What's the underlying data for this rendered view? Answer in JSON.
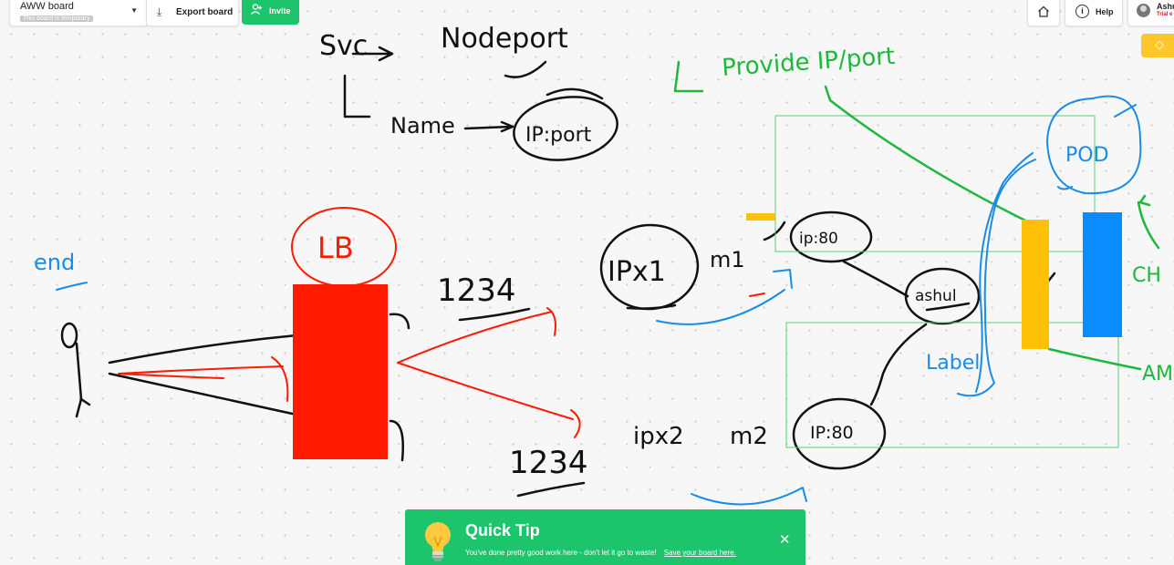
{
  "toolbar": {
    "board_name": "AWW board",
    "board_subtitle": "This board is temporary",
    "export_label": "Export board",
    "invite_label": "Invite",
    "help_label": "Help",
    "user_name": "Ashu",
    "user_status": "Trial e"
  },
  "quick_tip": {
    "title": "Quick Tip",
    "message": "You've done pretty good work here - don't let it go to waste!",
    "link": "Save your board here."
  },
  "colors": {
    "accent_green": "#1cc46b",
    "ink_black": "#111111",
    "ink_red": "#ff1a00",
    "ink_blue": "#1a8ce8",
    "ink_green": "#1db83c",
    "shape_yellow": "#ffc107",
    "shape_blue": "#0a8cff"
  },
  "icons": [
    "chevron-down-icon",
    "download-icon",
    "add-user-icon",
    "home-icon",
    "info-icon",
    "diamond-icon",
    "lightbulb-icon",
    "close-icon"
  ],
  "canvas_text": {
    "svc": "Svc",
    "nodeport": "Nodeport",
    "name": "Name",
    "ip_port_top": "IP:port",
    "provide": "Provide IP/port",
    "pod": "POD",
    "lb": "LB",
    "end": "end",
    "n1234_top": "1234",
    "ipx1": "IPx1",
    "m1": "m1",
    "ip80_top": "ip:80",
    "ashul": "ashul",
    "label": "Label",
    "n1234_bottom": "1234",
    "ipx2": "ipx2",
    "m2": "m2",
    "ip80_bottom": "IP:80",
    "ch": "CH",
    "am": "AM"
  }
}
